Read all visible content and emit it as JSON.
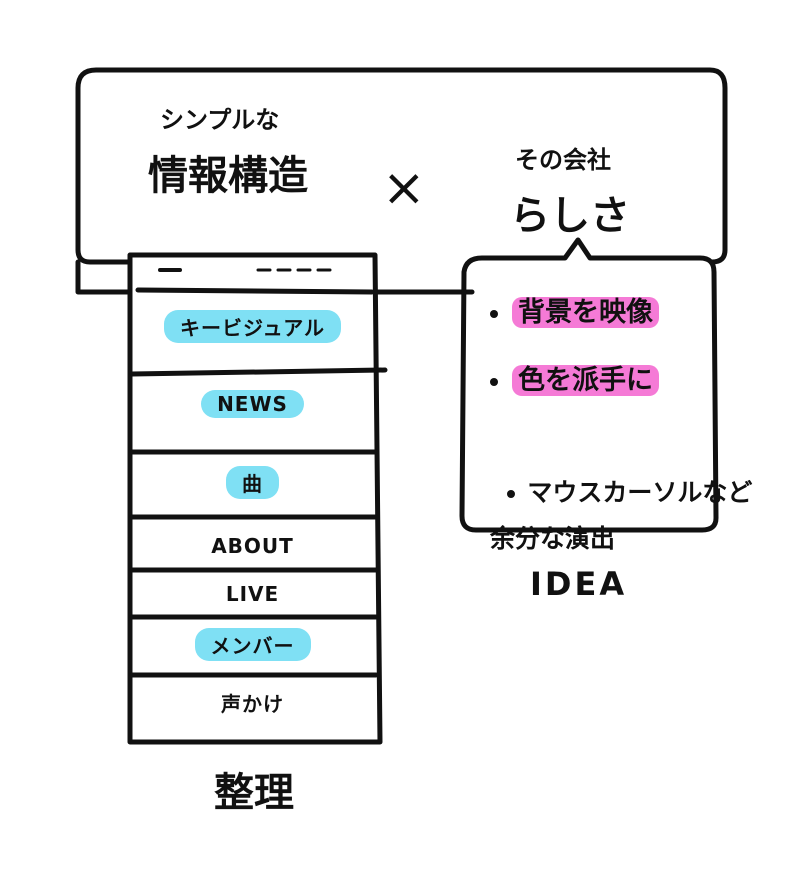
{
  "top_box": {
    "left_small": "シンプルな",
    "left_large": "情報構造",
    "times_symbol": "×",
    "right_small": "その会社",
    "right_large": "らしさ"
  },
  "menu": {
    "items": [
      {
        "label": "キービジュアル",
        "highlight": "cyan"
      },
      {
        "label": "NEWS",
        "highlight": "cyan"
      },
      {
        "label": "曲",
        "highlight": "cyan"
      },
      {
        "label": "ABOUT",
        "highlight": null
      },
      {
        "label": "LIVE",
        "highlight": null
      },
      {
        "label": "メンバー",
        "highlight": "cyan"
      },
      {
        "label": "声かけ",
        "highlight": null
      }
    ],
    "caption": "整理"
  },
  "idea": {
    "items": [
      {
        "text": "背景を映像",
        "highlight": "pink"
      },
      {
        "text": "色を派手に",
        "highlight": "pink"
      },
      {
        "text": "マウスカーソルなど\n余分な演出",
        "highlight": null
      }
    ],
    "caption": "IDEA"
  },
  "colors": {
    "cyan_highlight": "#7fe0f4",
    "pink_highlight": "#f57ad6",
    "ink": "#111111"
  }
}
